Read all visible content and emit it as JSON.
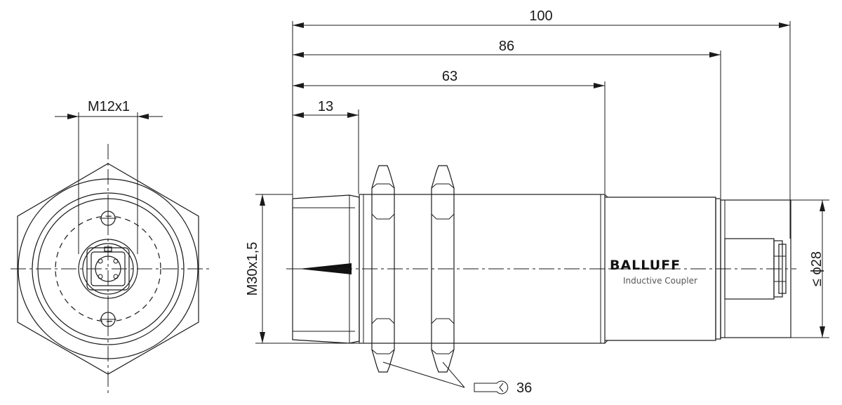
{
  "dimensions": {
    "total_length": "100",
    "length_86": "86",
    "length_63": "63",
    "length_13": "13",
    "connector_thread": "M12x1",
    "body_thread": "M30x1,5",
    "max_diameter": "≤ ϕ28",
    "wrench_size": "36"
  },
  "branding": {
    "logo": "BALLUFF",
    "product": "Inductive Coupler"
  }
}
